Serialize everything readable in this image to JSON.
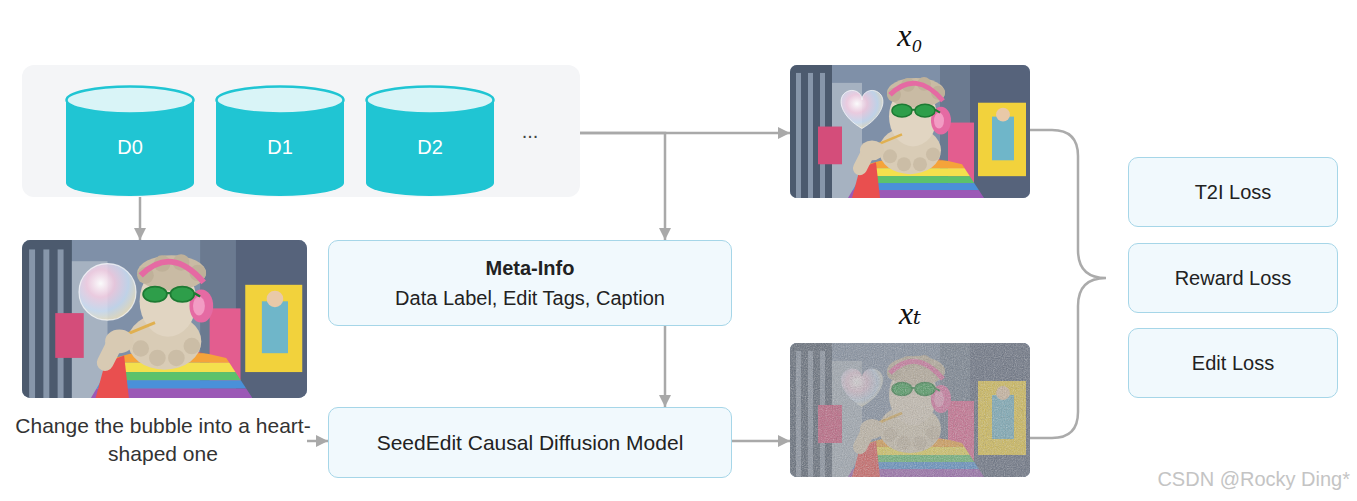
{
  "diagram": {
    "nodes": [
      {
        "text": [
          "..."
        ]
      },
      {
        "text": [
          "D0"
        ],
        "in": 0
      },
      {
        "text": [
          "D1"
        ],
        "in": 0
      },
      {
        "text": [
          "D2"
        ],
        "in": 0
      },
      {
        "text": [
          "x₀"
        ]
      },
      {
        "text": [
          "Change the bubble into a heart-shaped one"
        ]
      },
      {
        "text": [
          "Meta-Info",
          "Data Label, Edit Tags, Caption"
        ]
      },
      {
        "text": [
          "xₜ"
        ]
      },
      {
        "text": [
          "SeedEdit Causal Diffusion Model"
        ]
      },
      {
        "text": [
          "T2I Loss"
        ]
      },
      {
        "text": [
          "Reward Loss"
        ]
      },
      {
        "text": [
          "Edit Loss"
        ]
      }
    ],
    "edges": [
      {
        "from": 0,
        "to": 4,
        "arrow": "to"
      },
      {
        "from": 0,
        "to": 6,
        "arrow": "to"
      },
      {
        "from": 0,
        "to": 5,
        "arrow": "to"
      },
      {
        "from": 5,
        "to": 8,
        "arrow": "to"
      },
      {
        "from": 6,
        "to": 8,
        "arrow": "to"
      },
      {
        "from": 8,
        "to": 7,
        "arrow": "to"
      }
    ],
    "labels": [
      "CSDN @Rocky Ding*"
    ]
  }
}
